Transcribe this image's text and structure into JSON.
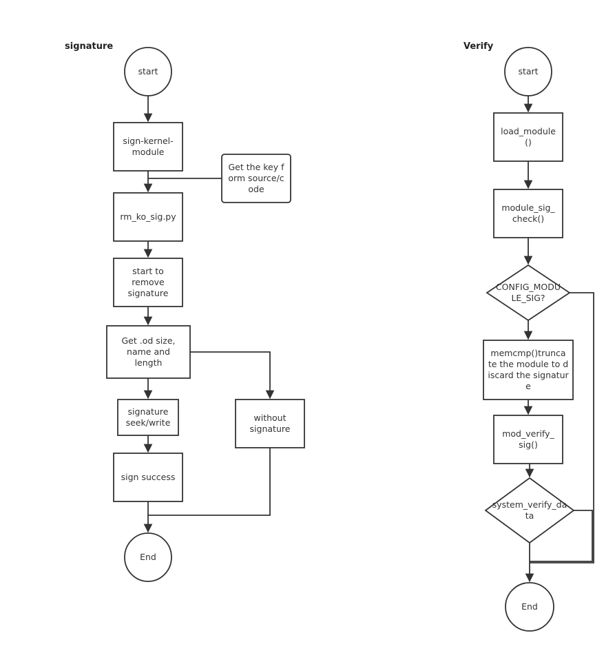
{
  "titles": {
    "signature": "signature",
    "verify": "Verify"
  },
  "signature_flow": {
    "start": "start",
    "sign_kernel_module": "sign-kernel-module",
    "get_key": "Get the key form source/code",
    "rm_ko_sig": "rm_ko_sig.py",
    "start_remove": "start to remove signature",
    "get_od_size": "Get .od size, name and length",
    "signature_seek": "signature seek/write",
    "without_signature": "without signature",
    "sign_success": "sign success",
    "end": "End"
  },
  "verify_flow": {
    "start": "start",
    "load_module": "load_module ()",
    "module_sig_check": "module_sig_ check()",
    "config_module_sig": "CONFIG_MODU LE_SIG?",
    "memcmp": "memcmp()trunca te the module to discard the signature",
    "mod_verify_sig": "mod_verify_ sig()",
    "system_verify_data": "system_verify_da ta",
    "end": "End"
  },
  "colors": {
    "stroke": "#333333",
    "fill": "#ffffff"
  }
}
